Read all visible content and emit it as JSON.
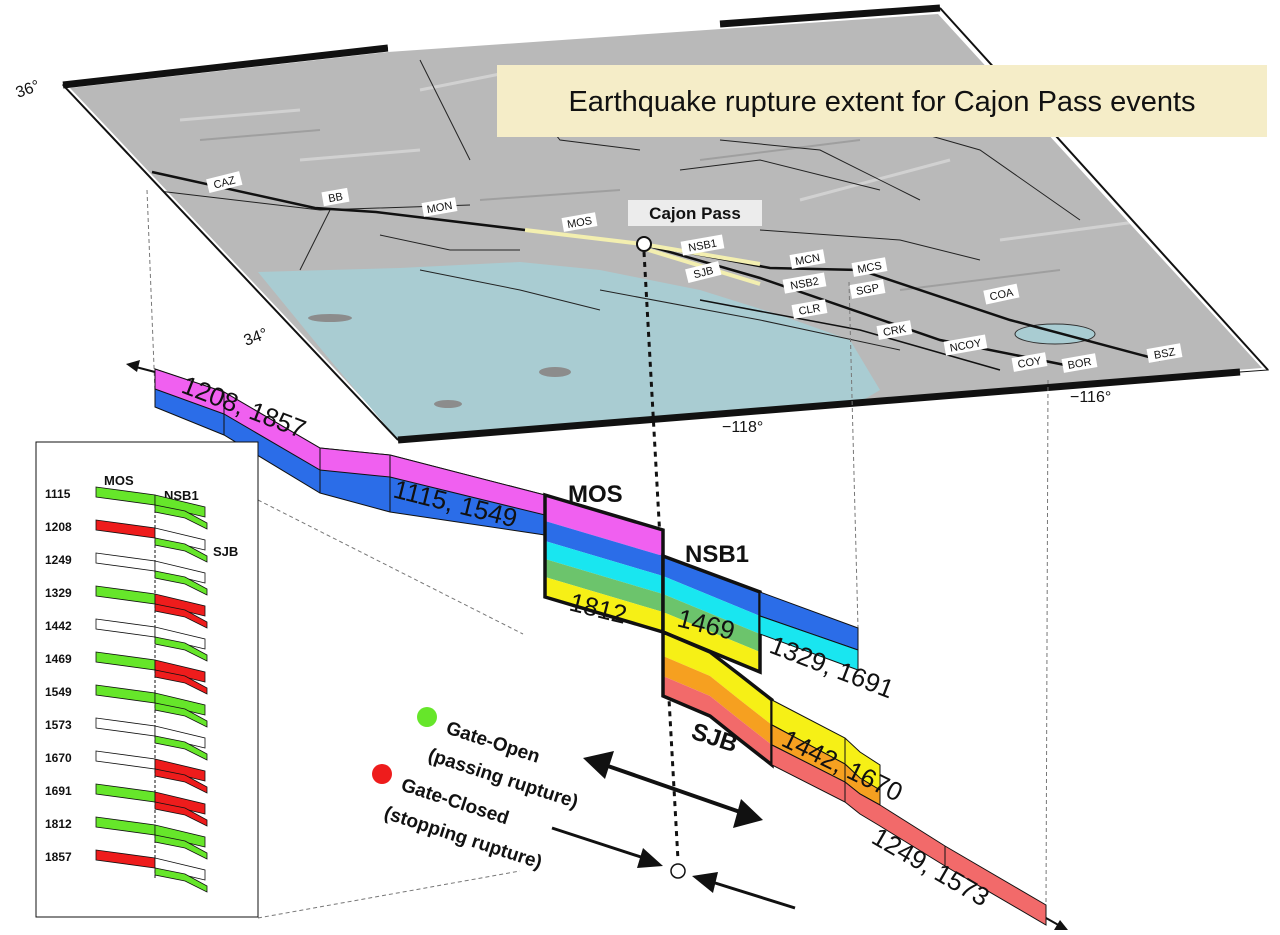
{
  "title": "Earthquake rupture extent for Cajon Pass events",
  "map": {
    "lat_labels": [
      "36°",
      "34°"
    ],
    "lon_labels": [
      "−118°",
      "−116°"
    ],
    "site_label": "Cajon Pass",
    "fault_labels": [
      "CAZ",
      "BB",
      "MON",
      "MOS",
      "NSB1",
      "SJB",
      "MCN",
      "MCS",
      "NSB2",
      "SGP",
      "COA",
      "CLR",
      "CRK",
      "NCOY",
      "COY",
      "BOR",
      "BSZ"
    ]
  },
  "blocks": {
    "mos": "MOS",
    "nsb1": "NSB1",
    "sjb": "SJB"
  },
  "ruptures": {
    "west": "1208, 1857",
    "middle": "1115, 1549",
    "mos_1812": "1812",
    "nsb1_1469": "1469",
    "nsb1_east": "1329, 1691",
    "sjb_mid": "1442, 1670",
    "sjb_east": "1249, 1573"
  },
  "inset": {
    "headers": [
      "MOS",
      "NSB1",
      "SJB"
    ],
    "events": [
      {
        "year": "1115",
        "state": "open"
      },
      {
        "year": "1208",
        "state": "closed"
      },
      {
        "year": "1249",
        "state": "none"
      },
      {
        "year": "1329",
        "state": "sjb"
      },
      {
        "year": "1442",
        "state": "none"
      },
      {
        "year": "1469",
        "state": "sjb"
      },
      {
        "year": "1549",
        "state": "open"
      },
      {
        "year": "1573",
        "state": "none"
      },
      {
        "year": "1670",
        "state": "sjb"
      },
      {
        "year": "1691",
        "state": "sjb"
      },
      {
        "year": "1812",
        "state": "open"
      },
      {
        "year": "1857",
        "state": "closed"
      }
    ]
  },
  "legend": {
    "open_line1": "Gate-Open",
    "open_line2": "(passing rupture)",
    "closed_line1": "Gate-Closed",
    "closed_line2": "(stopping rupture)",
    "open_color": "#66e62a",
    "closed_color": "#ee1c1c"
  },
  "colors": {
    "magenta": "#f060f0",
    "blue": "#2b6de8",
    "cyan": "#19e6f0",
    "green": "#6cc46c",
    "yellow": "#f6f016",
    "orange": "#f6a020",
    "salmon": "#f26a6a",
    "ocean": "#a9ccd2",
    "land": "#b8b8b8",
    "title_bg": "#f5edc8"
  }
}
